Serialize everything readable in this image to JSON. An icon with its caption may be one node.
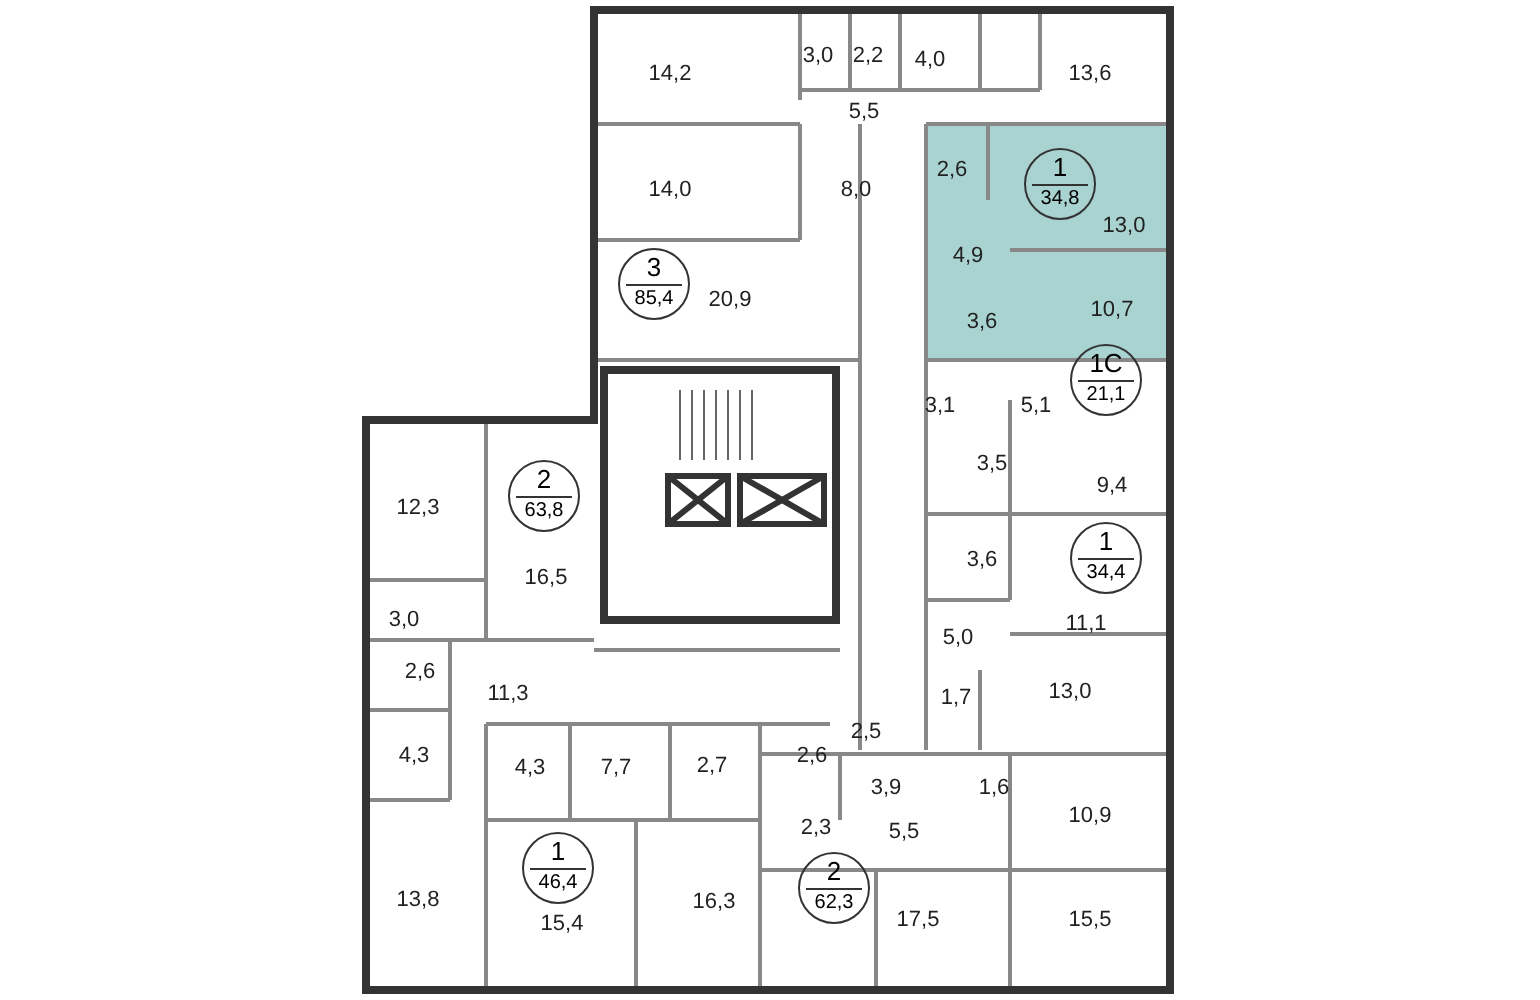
{
  "diagram": {
    "nodes": [
      {
        "text": [
          "1",
          "34,8"
        ]
      },
      {
        "text": [
          "3",
          "85,4"
        ]
      },
      {
        "text": [
          "1С",
          "21,1"
        ]
      },
      {
        "text": [
          "2",
          "63,8"
        ]
      },
      {
        "text": [
          "1",
          "34,4"
        ]
      },
      {
        "text": [
          "1",
          "46,4"
        ]
      },
      {
        "text": [
          "2",
          "62,3"
        ]
      }
    ],
    "labels": [
      "14,2",
      "3,0",
      "2,2",
      "4,0",
      "13,6",
      "5,5",
      "14,0",
      "8,0",
      "2,6",
      "13,0",
      "4,9",
      "20,9",
      "3,6",
      "10,7",
      "3,1",
      "5,1",
      "3,5",
      "9,4",
      "12,3",
      "16,5",
      "3,6",
      "3,0",
      "11,1",
      "5,0",
      "2,6",
      "11,3",
      "13,0",
      "1,7",
      "2,5",
      "2,6",
      "4,3",
      "4,3",
      "7,7",
      "2,7",
      "3,9",
      "1,6",
      "10,9",
      "2,3",
      "5,5",
      "16,3",
      "13,8",
      "17,5",
      "15,5",
      "15,4"
    ]
  }
}
